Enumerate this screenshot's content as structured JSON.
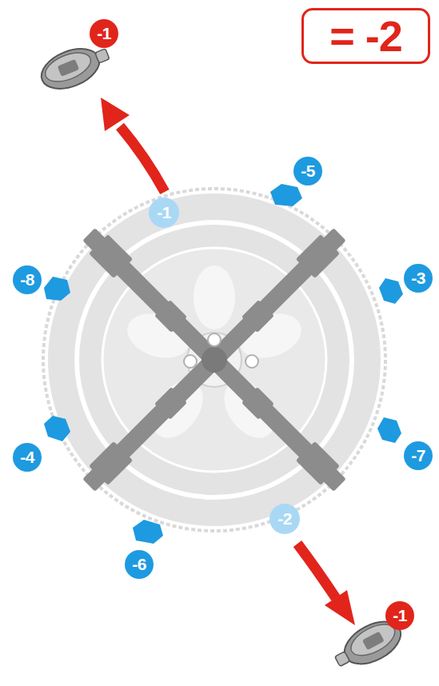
{
  "diagram": {
    "nodes": [
      {
        "text": [
          "= -2"
        ]
      }
    ],
    "labels": [
      "-1",
      "-5",
      "-1",
      "-8",
      "-3",
      "-4",
      "-7",
      "-6",
      "-2",
      "-1"
    ]
  }
}
